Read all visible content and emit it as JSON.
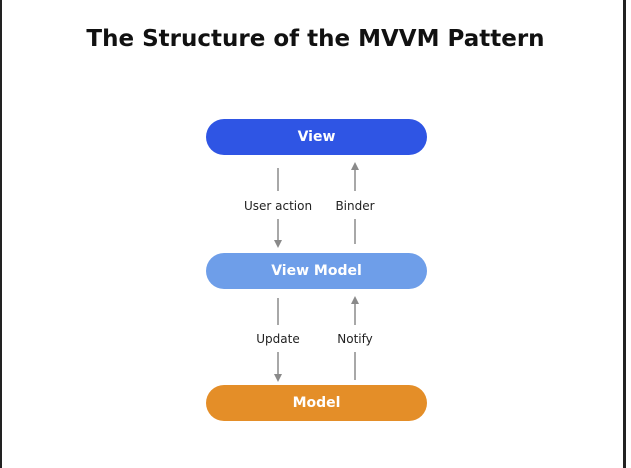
{
  "title": "The Structure of the MVVM Pattern",
  "nodes": {
    "view": {
      "label": "View",
      "color": "#2f55e4"
    },
    "view_model": {
      "label": "View Model",
      "color": "#6e9ee9"
    },
    "model": {
      "label": "Model",
      "color": "#e48e28"
    }
  },
  "edges": {
    "user_action": "User action",
    "binder": "Binder",
    "update": "Update",
    "notify": "Notify"
  },
  "colors": {
    "arrow": "#8a8a8a",
    "frame": "#222222"
  }
}
